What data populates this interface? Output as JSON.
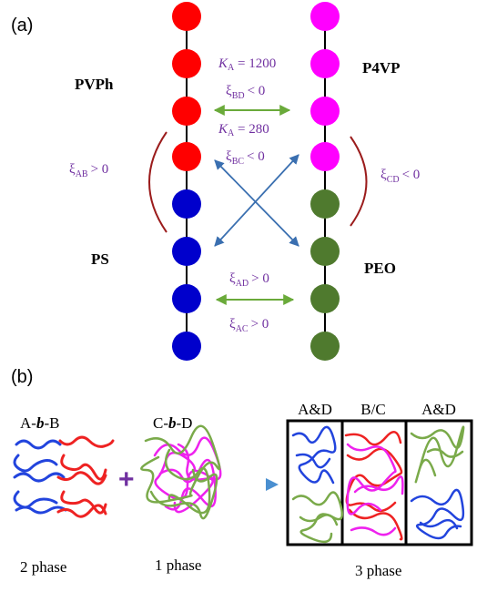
{
  "panel_a": {
    "label": "(a)",
    "polymers": {
      "pvph": "PVPh",
      "p4vp": "P4VP",
      "ps": "PS",
      "peo": "PEO"
    },
    "interactions": {
      "ka_bd": "K",
      "ka_bd_sub": "A",
      "ka_bd_value": " = 1200",
      "xi_bd": "ξ",
      "xi_bd_sub": "BD",
      "xi_bd_rel": "< 0",
      "ka_bc": "K",
      "ka_bc_sub": "A",
      "ka_bc_value": " = 280",
      "xi_bc": "ξ",
      "xi_bc_sub": "BC",
      "xi_bc_rel": "< 0",
      "xi_ab": "ξ",
      "xi_ab_sub": "AB",
      "xi_ab_rel": "> 0",
      "xi_cd": "ξ",
      "xi_cd_sub": "CD",
      "xi_cd_rel": "< 0",
      "xi_ad": "ξ",
      "xi_ad_sub": "AD",
      "xi_ad_rel": "> 0",
      "xi_ac": "ξ",
      "xi_ac_sub": "AC",
      "xi_ac_rel": "> 0"
    },
    "colors": {
      "pvph": "#ff0000",
      "ps": "#0000cc",
      "p4vp": "#ff00ff",
      "peo": "#4f7a2e",
      "label_purple": "#7030a0",
      "arrow_green": "#6aaa3a",
      "arrow_blue": "#3a6fb0",
      "bracket_red": "#9b1c1c"
    }
  },
  "panel_b": {
    "label": "(b)",
    "copolymer_ab": {
      "a": "A-",
      "b": "b",
      "c": "-B"
    },
    "copolymer_cd": {
      "a": "C-",
      "b": "b",
      "c": "-D"
    },
    "plus_sign": "+",
    "phase_ab": "2 phase",
    "phase_cd": "1 phase",
    "phase_blend": "3 phase",
    "box_headers": [
      "A&D",
      "B/C",
      "A&D"
    ]
  }
}
